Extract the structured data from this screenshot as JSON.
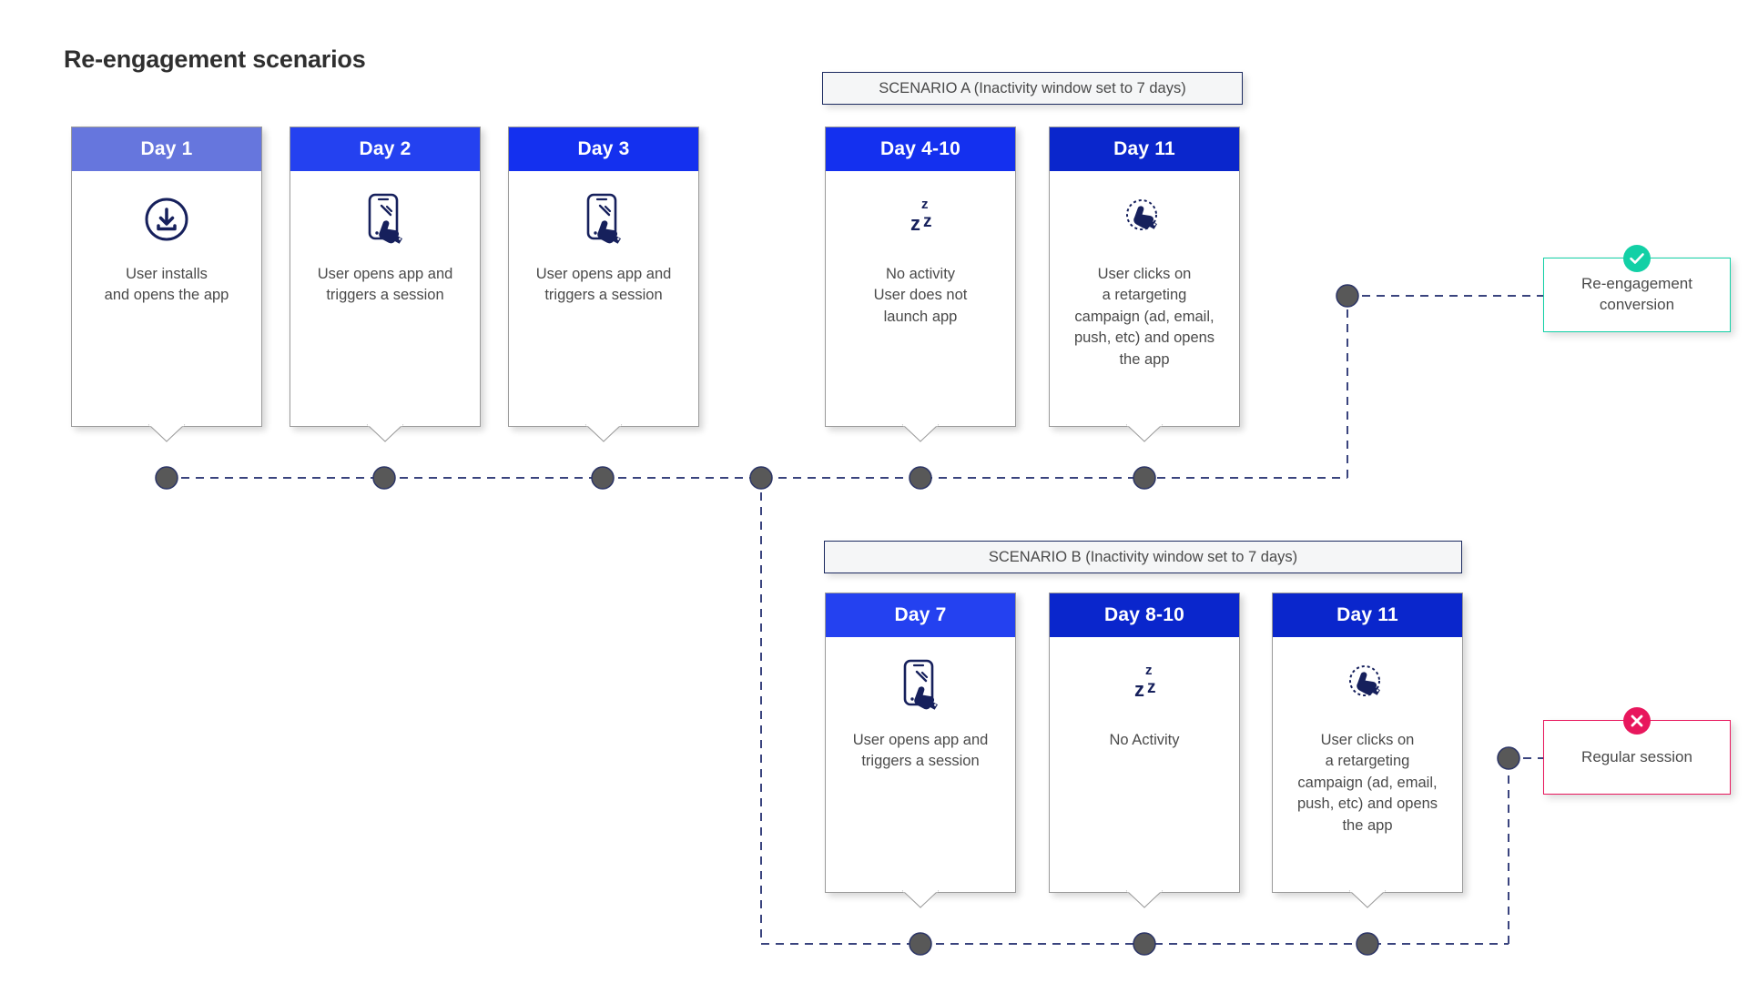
{
  "page": {
    "title": "Re-engagement scenarios",
    "background": "#ffffff"
  },
  "colors": {
    "day1_header": "#6676dd",
    "day_header_bright": "#2441f0",
    "day_header_mid": "#1430ef",
    "day_header_dark": "#0a26cc",
    "icon_navy": "#16205c",
    "dot_gray": "#585858",
    "wire_navy": "#3a447e",
    "success_teal": "#13d0a6",
    "fail_pink": "#e8175d",
    "scenario_border": "#1b2a60",
    "scenario_fill": "#f5f6f7"
  },
  "baseline": {
    "cards": [
      {
        "day": "Day 1",
        "text": "User installs\nand opens the app",
        "icon": "download-circle-icon",
        "header_color": "#6676dd"
      },
      {
        "day": "Day 2",
        "text": "User opens app and\ntriggers a session",
        "icon": "phone-tap-icon",
        "header_color": "#2441f0"
      },
      {
        "day": "Day 3",
        "text": "User opens app and\ntriggers a session",
        "icon": "phone-tap-icon",
        "header_color": "#1430ef"
      }
    ]
  },
  "scenario_a": {
    "label": "SCENARIO A (Inactivity window set to 7 days)",
    "cards": [
      {
        "day": "Day 4-10",
        "text": "No activity\nUser does not\nlaunch app",
        "icon": "sleep-zzz-icon",
        "header_color": "#1430ef"
      },
      {
        "day": "Day 11",
        "text": "User clicks on\na retargeting\ncampaign (ad, email,\npush, etc) and opens\nthe app",
        "icon": "click-tap-icon",
        "header_color": "#0a26cc"
      }
    ],
    "outcome": {
      "label": "Re-engagement\nconversion",
      "badge": "check-icon",
      "state": "success"
    }
  },
  "scenario_b": {
    "label": "SCENARIO B (Inactivity window set to 7 days)",
    "cards": [
      {
        "day": "Day 7",
        "text": "User opens app and\ntriggers a session",
        "icon": "phone-tap-icon",
        "header_color": "#2441f0"
      },
      {
        "day": "Day 8-10",
        "text": "No Activity",
        "icon": "sleep-zzz-icon",
        "header_color": "#0a26cc"
      },
      {
        "day": "Day 11",
        "text": "User clicks on\na retargeting\ncampaign (ad, email,\npush, etc) and opens\nthe app",
        "icon": "click-tap-icon",
        "header_color": "#0a26cc"
      }
    ],
    "outcome": {
      "label": "Regular session",
      "badge": "x-icon",
      "state": "fail"
    }
  },
  "timeline": {
    "top_dots": 7,
    "bottom_dots": 3,
    "branch_dot": true,
    "outcome_dots": 2
  }
}
